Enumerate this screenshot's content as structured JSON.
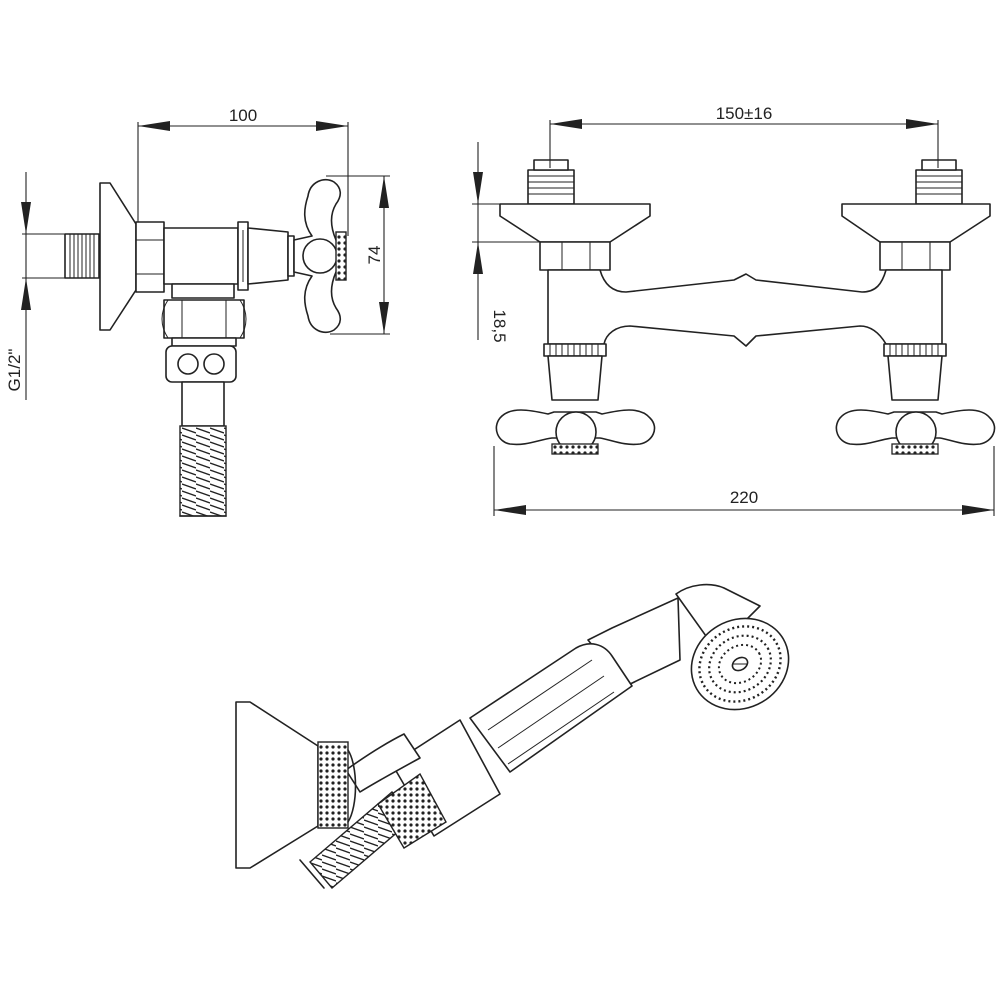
{
  "dimensions": {
    "side_width": "100",
    "side_height": "74",
    "thread": "G1/2\"",
    "center_spacing": "150±16",
    "offset": "18,5",
    "overall_width": "220"
  }
}
